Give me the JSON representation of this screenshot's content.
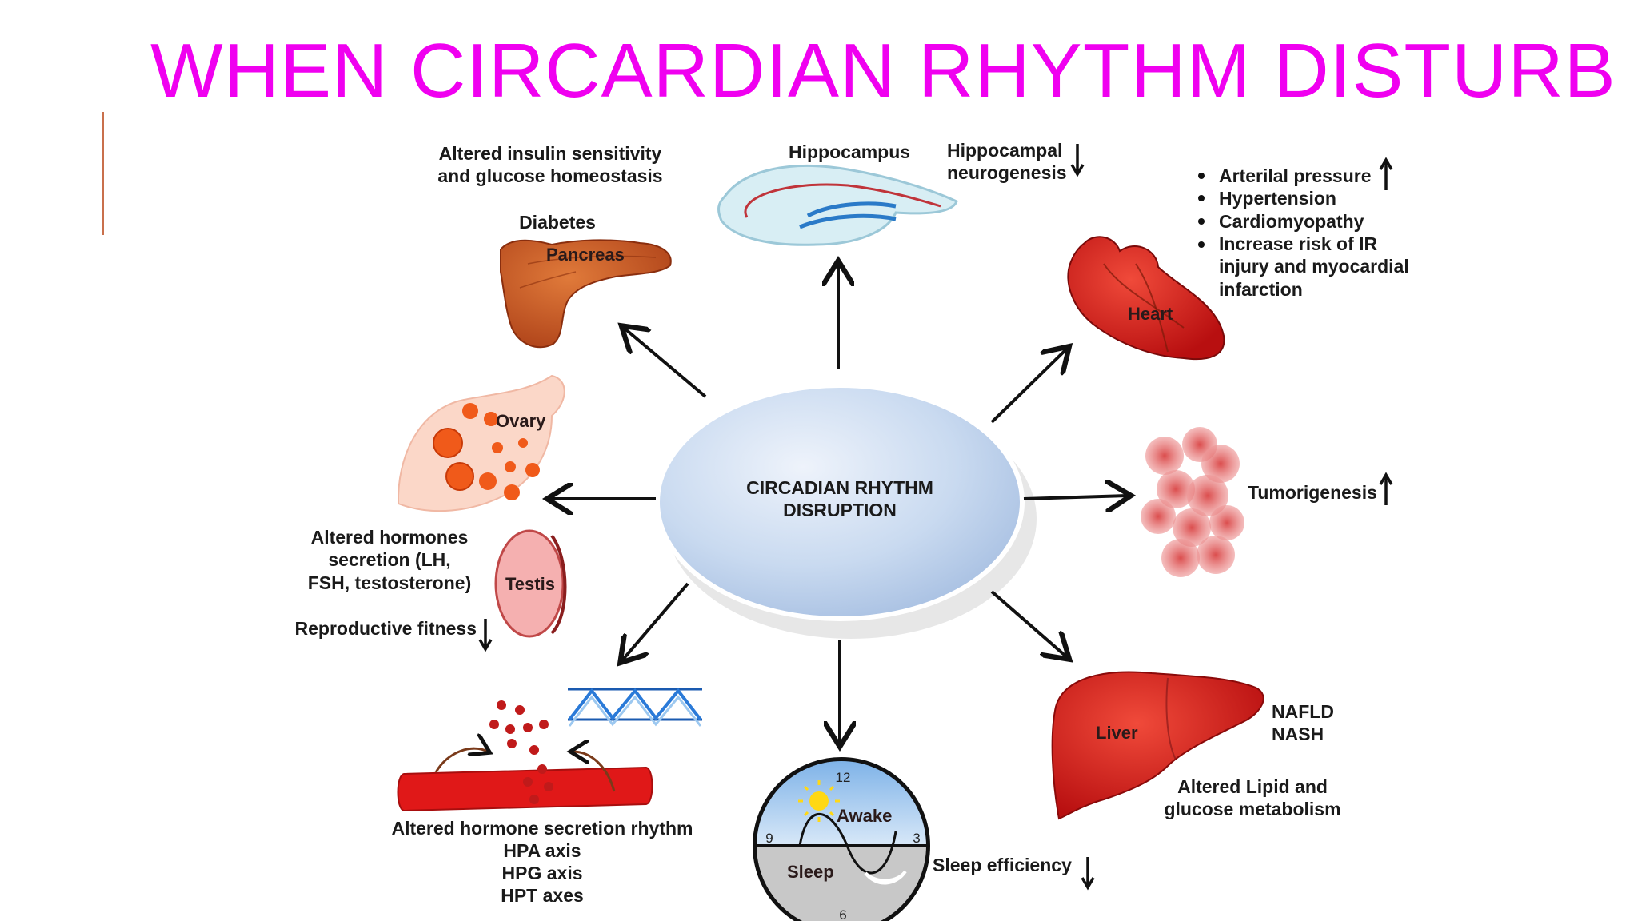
{
  "title": "WHEN CIRCARDIAN RHYTHM DISTURB",
  "center": {
    "line1": "CIRCADIAN RHYTHM",
    "line2": "DISRUPTION"
  },
  "pancreas": {
    "effect_line1": "Altered insulin sensitivity",
    "effect_line2": "and glucose homeostasis",
    "disease": "Diabetes",
    "organ": "Pancreas"
  },
  "hippocampus": {
    "organ": "Hippocampus",
    "effect_line1": "Hippocampal",
    "effect_line2": "neurogenesis"
  },
  "heart": {
    "organ": "Heart",
    "bullets": [
      "Arterilal pressure",
      "Hypertension",
      "Cardiomyopathy",
      "Increase risk of IR",
      "injury and myocardial",
      "infarction"
    ]
  },
  "reproductive": {
    "ovary": "Ovary",
    "testis": "Testis",
    "effect_line1": "Altered hormones",
    "effect_line2": "secretion (LH,",
    "effect_line3": "FSH, testosterone)",
    "fitness": "Reproductive fitness"
  },
  "tumor": {
    "effect": "Tumorigenesis"
  },
  "hormones": {
    "line1": "Altered hormone secretion rhythm",
    "line2": "HPA axis",
    "line3": "HPG axis",
    "line4": "HPT axes"
  },
  "sleep": {
    "awake": "Awake",
    "sleep": "Sleep",
    "n12": "12",
    "n3": "3",
    "n6": "6",
    "n9": "9",
    "effect": "Sleep efficiency"
  },
  "liver": {
    "organ": "Liver",
    "d1": "NAFLD",
    "d2": "NASH",
    "effect_line1": "Altered Lipid and",
    "effect_line2": "glucose metabolism"
  },
  "colors": {
    "title": "#f000f0",
    "accent": "#c9704c",
    "organ_red": "#d42020",
    "ellipse": "#c5d7ef"
  }
}
